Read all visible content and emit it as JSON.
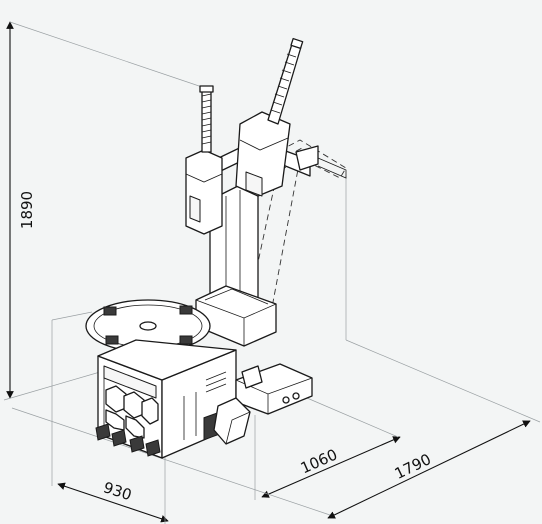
{
  "dimensions": {
    "height": "1890",
    "width": "930",
    "depth": "1060",
    "max_depth": "1790"
  }
}
